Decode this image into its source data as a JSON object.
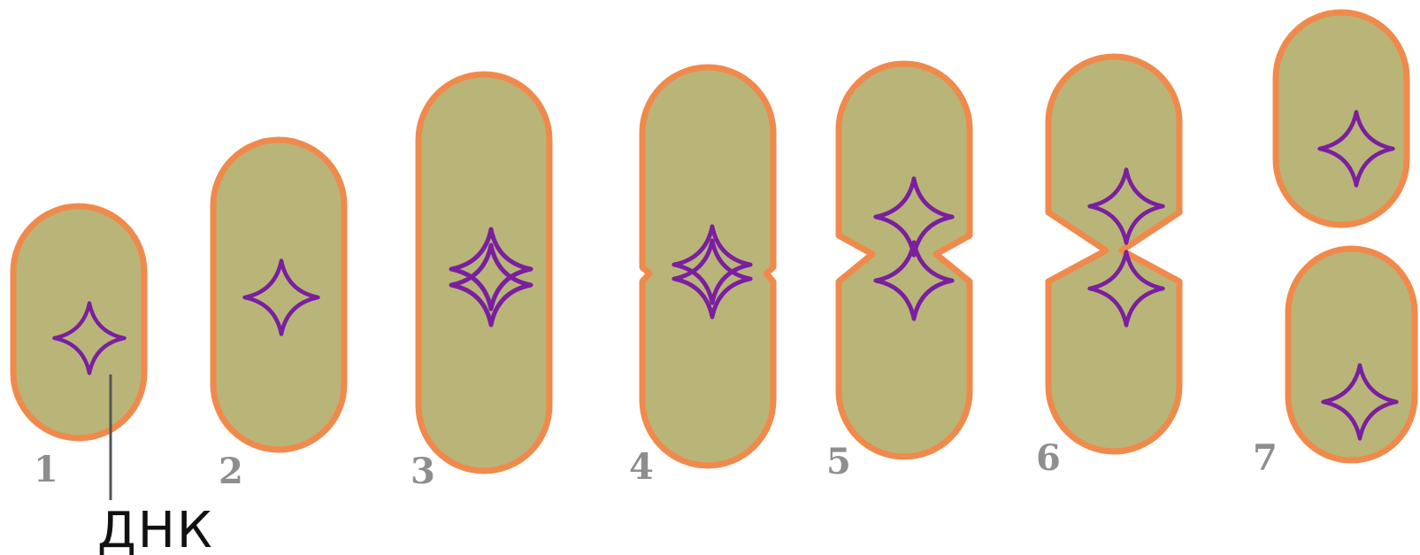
{
  "diagram": {
    "stages": [
      {
        "number": "1"
      },
      {
        "number": "2"
      },
      {
        "number": "3"
      },
      {
        "number": "4"
      },
      {
        "number": "5"
      },
      {
        "number": "6"
      },
      {
        "number": "7"
      }
    ],
    "dna_label": "ДНК",
    "colors": {
      "cell_fill": "#b9b578",
      "cell_outline": "#f08a4c",
      "dna": "#7a1fa0",
      "number": "#8e8e8e"
    }
  }
}
